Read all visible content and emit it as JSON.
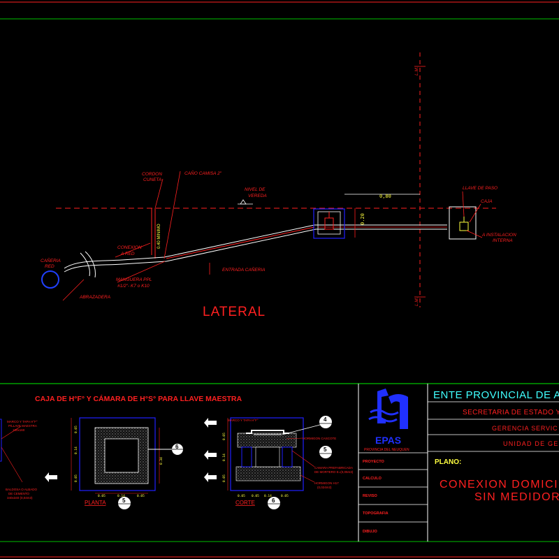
{
  "drawing": {
    "lateral_title": "LATERAL",
    "labels": {
      "cordon_1": "CORDON",
      "cordon_2": "CUNETA",
      "cano_camisa": "CAÑO CAMISA 2\"",
      "nivel_1": "NIVEL DE",
      "nivel_2": "VEREDA",
      "llave_paso": "LLAVE DE PASO",
      "caja": "CAJA",
      "instalacion_1": "A INSTALACION",
      "instalacion_2": "INTERNA",
      "dim_080": "0,80",
      "dim_020": "0.20",
      "dim_040": "0.40 MINIMO",
      "conexion_1": "CONEXION",
      "conexion_2": "A RED",
      "caneria_1": "CAÑERIA",
      "caneria_2": "RED",
      "manguera_1": "MANGUERA PPL",
      "manguera_2": "#1/2\"-  K7  o K10",
      "abrazadera": "ABRAZADERA",
      "entrada": "ENTRADA CAÑERIA",
      "lm_top": "L.M.",
      "lm_bottom": "L.M."
    }
  },
  "detail": {
    "title": "CAJA DE H°F° Y CÁMARA DE H°S° PARA LLAVE MAESTRA",
    "planta_label": "PLANTA",
    "planta_num": "5",
    "corte_label": "CORTE",
    "corte_num": "6",
    "bubble_6": "6",
    "bubble_4": "4",
    "bubble_5": "5",
    "marco_1": "MARCO Y TAPA H°F°",
    "marco_2": "P/LLAVE MAESTRA",
    "marco_3": "160x160",
    "baldosa_1": "BALDOSA O ALBADO",
    "baldosa_2": "DE CEMENTO",
    "baldosa_3": "340x340 (0,04m3)",
    "marco_tapa": "MARCO Y TAPA H°F°",
    "hormigon_cascote": "HORMIGON CASCOTE",
    "camara_1": "CAMARA PREFABRICADA",
    "camara_2": "DE MORTERO E=(0,05m3)",
    "hormigon_h17_1": "HORMIGON H17",
    "hormigon_h17_2": "(0,024m3)"
  },
  "titleblock": {
    "logo_text": "EPAS",
    "logo_sub": "PROVINCIA DEL NEUQUEN",
    "ente": "ENTE PROVINCIAL DE A",
    "secretaria": "SECRETARIA DE ESTADO Y",
    "gerencia": "GERENCIA SERVIC",
    "unidad": "UNIDAD DE GE",
    "plano_label": "PLANO:",
    "plano_title_1": "CONEXION DOMICI",
    "plano_title_2": "SIN MEDIDOR",
    "rows": [
      "PROYECTO",
      "CALCULO",
      "REVISO",
      "TOPOGRAFIA",
      "DIBUJO"
    ]
  },
  "colors": {
    "background": "#000000",
    "frame": "#00c000",
    "red": "#ff2020",
    "yellow": "#ffff40",
    "blue": "#2020ff",
    "cyan": "#40ffff"
  }
}
